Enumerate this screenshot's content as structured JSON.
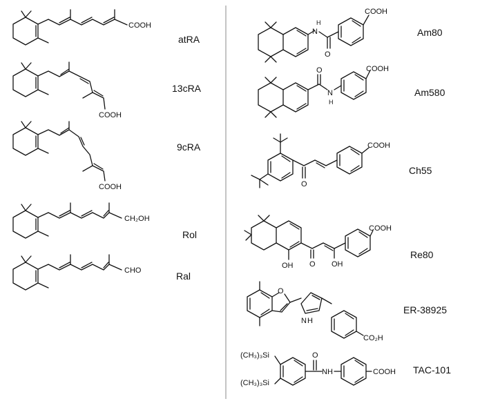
{
  "compounds_left": [
    {
      "name": "atRA",
      "group": "COOH"
    },
    {
      "name": "13cRA",
      "group": "COOH"
    },
    {
      "name": "9cRA",
      "group": "COOH"
    },
    {
      "name": "Rol",
      "group": "CH₂OH"
    },
    {
      "name": "Ral",
      "group": "CHO"
    }
  ],
  "compounds_right": [
    {
      "name": "Am80",
      "labels": [
        "COOH",
        "N",
        "H",
        "O"
      ]
    },
    {
      "name": "Am580",
      "labels": [
        "COOH",
        "O",
        "N",
        "H"
      ]
    },
    {
      "name": "Ch55",
      "labels": [
        "COOH",
        "O"
      ]
    },
    {
      "name": "Re80",
      "labels": [
        "COOH",
        "O",
        "OH",
        "OH"
      ]
    },
    {
      "name": "ER-38925",
      "labels": [
        "O",
        "N",
        "H",
        "CO₂H"
      ]
    },
    {
      "name": "TAC-101",
      "labels": [
        "(CH₃)₃Si",
        "(CH₃)₃Si",
        "O",
        "NH",
        "COOH"
      ]
    }
  ]
}
